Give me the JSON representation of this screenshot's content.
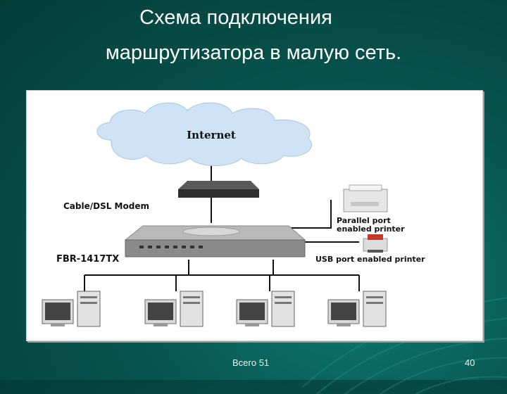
{
  "slide": {
    "title_line1": "Схема подключения",
    "title_line2": "маршрутизатора в малую сеть."
  },
  "diagram": {
    "internet_label": "Internet",
    "modem_label": "Cable/DSL Modem",
    "router_label": "FBR-1417TX",
    "parallel_printer_label_line1": "Parallel port",
    "parallel_printer_label_line2": "enabled printer",
    "usb_printer_label": "USB port enabled printer"
  },
  "footer": {
    "total": "Всего 51",
    "page_number": "40"
  },
  "colors": {
    "background": "#08554f",
    "cloud": "#cfe3f4",
    "line": "#111111"
  }
}
